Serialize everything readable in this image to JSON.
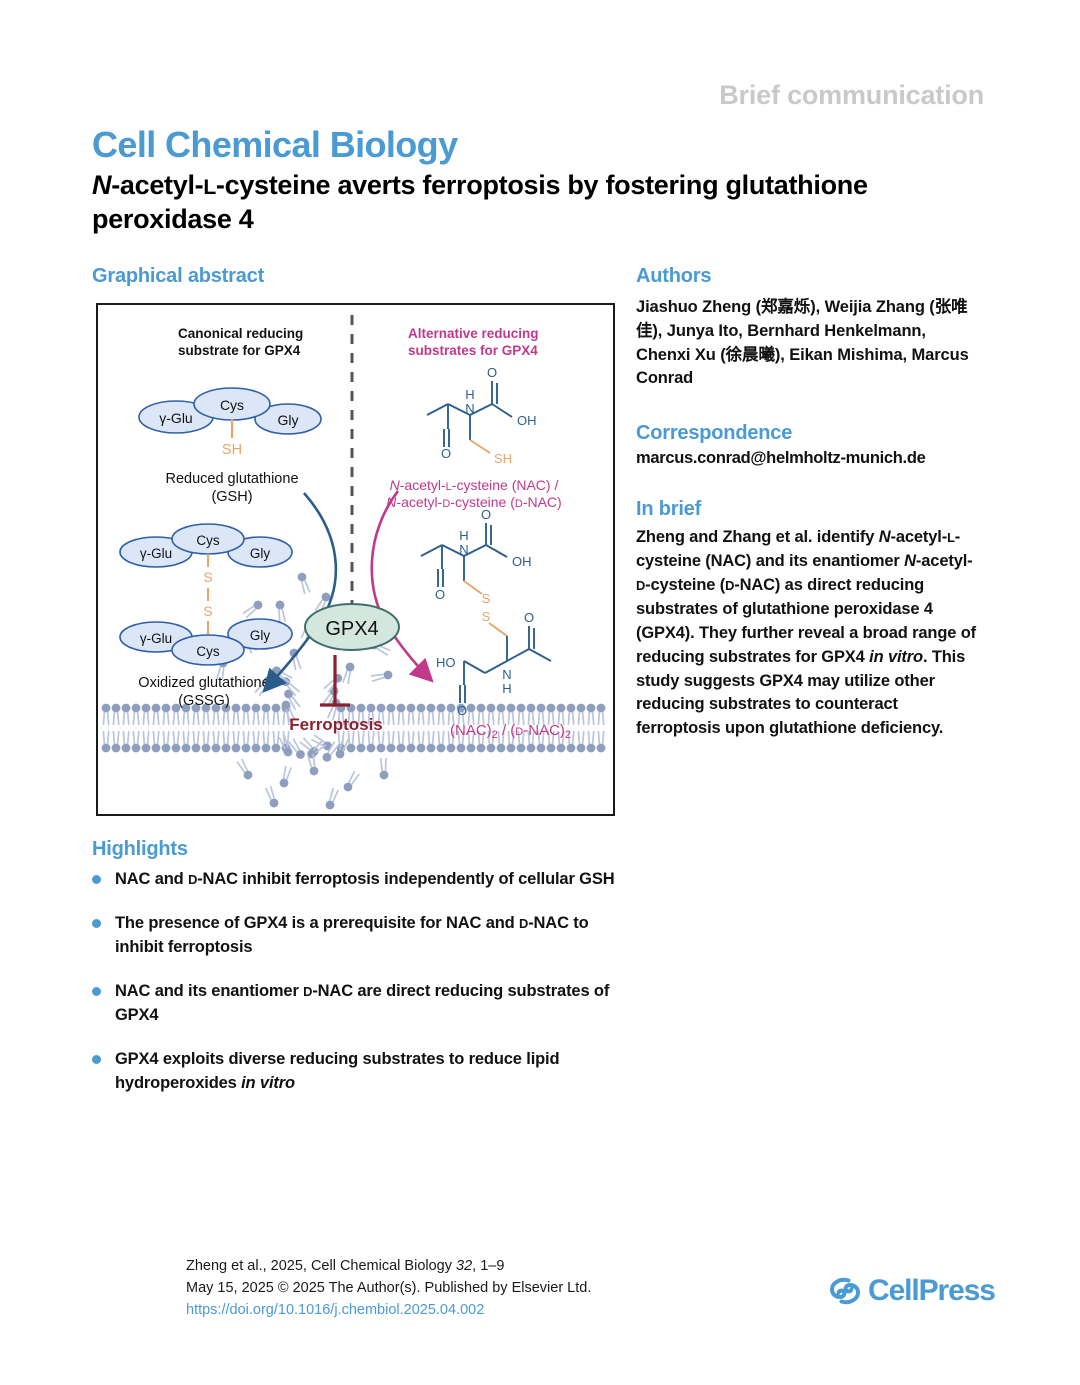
{
  "header": {
    "kicker": "Brief communication",
    "journal": "Cell Chemical Biology",
    "title_line1_pre": "N",
    "title_line1_mid": "-acetyl-",
    "title_line1_sc": "L",
    "title_line1_post": "-cysteine averts ferroptosis by fostering",
    "title_line2": "glutathione peroxidase 4"
  },
  "graphical_abstract": {
    "heading": "Graphical abstract",
    "left_panel_title_l1": "Canonical reducing",
    "left_panel_title_l2": "substrate for GPX4",
    "right_panel_title_l1": "Alternative reducing",
    "right_panel_title_l2": "substrates for GPX4",
    "gsh_nodes": [
      "γ-Glu",
      "Cys",
      "Gly"
    ],
    "gsh_thiol": "SH",
    "gsh_caption_l1": "Reduced glutathione",
    "gsh_caption_l2": "(GSH)",
    "gssg_nodes_top": [
      "γ-Glu",
      "Cys",
      "Gly"
    ],
    "gssg_nodes_bottom": [
      "γ-Glu",
      "Cys",
      "Gly"
    ],
    "gssg_sulfur_top": "S",
    "gssg_sulfur_bottom": "S",
    "gssg_caption_l1": "Oxidized glutathione",
    "gssg_caption_l2": "(GSSG)",
    "enzyme_label": "GPX4",
    "inhibited_process": "Ferroptosis",
    "nac_caption_l1_pre": "N",
    "nac_caption_l1_mid": "-acetyl-",
    "nac_caption_l1_sc": "L",
    "nac_caption_l1_post": "-cysteine (NAC) /",
    "nac_caption_l2_pre": "N",
    "nac_caption_l2_mid": "-acetyl-",
    "nac_caption_l2_sc": "D",
    "nac_caption_l2_post": "-cysteine (",
    "nac_caption_l2_sc2": "D",
    "nac_caption_l2_end": "-NAC)",
    "dimer_caption": "(NAC)₂ / (D-NAC)₂",
    "atoms": {
      "O": "O",
      "N": "N",
      "H": "H",
      "OH": "OH",
      "HO": "HO",
      "SH": "SH",
      "S": "S"
    },
    "colors": {
      "magenta": "#c2388a",
      "blue_arrow": "#2b5c8a",
      "ferroptosis_red": "#8b2030",
      "sulfur_orange": "#e8a56a",
      "atom_blue": "#2e5f8a",
      "node_fill": "#dbe6f7",
      "node_stroke": "#2f5fa8",
      "enzyme_fill": "#d3e7df",
      "enzyme_stroke": "#3f6f68",
      "lipid": "#8b9bbd"
    }
  },
  "highlights": {
    "heading": "Highlights",
    "items": [
      {
        "parts": [
          {
            "t": "NAC and ",
            "s": "normal"
          },
          {
            "t": "D",
            "s": "smallcaps"
          },
          {
            "t": "-NAC inhibit ferroptosis independently of cellular GSH",
            "s": "normal"
          }
        ]
      },
      {
        "parts": [
          {
            "t": "The presence of GPX4 is a prerequisite for NAC and ",
            "s": "normal"
          },
          {
            "t": "D",
            "s": "smallcaps"
          },
          {
            "t": "-NAC to inhibit ferroptosis",
            "s": "normal"
          }
        ]
      },
      {
        "parts": [
          {
            "t": "NAC and its enantiomer ",
            "s": "normal"
          },
          {
            "t": "D",
            "s": "smallcaps"
          },
          {
            "t": "-NAC are direct reducing substrates of GPX4",
            "s": "normal"
          }
        ]
      },
      {
        "parts": [
          {
            "t": "GPX4 exploits diverse reducing substrates to reduce lipid hydroperoxides ",
            "s": "normal"
          },
          {
            "t": "in vitro",
            "s": "italic"
          }
        ]
      }
    ]
  },
  "authors": {
    "heading": "Authors",
    "list": "Jiashuo Zheng (郑嘉烁), Weijia Zhang (张唯佳), Junya Ito,",
    "list_line2": "Bernhard Henkelmann, Chenxi Xu (徐晨曦), Eikan Mishima, Marcus Conrad"
  },
  "correspondence": {
    "heading": "Correspondence",
    "email": "marcus.conrad@helmholtz-munich.de"
  },
  "in_brief": {
    "heading": "In brief",
    "parts": [
      {
        "t": "Zheng and Zhang et al. identify ",
        "s": "normal"
      },
      {
        "t": "N",
        "s": "italic"
      },
      {
        "t": "-acetyl-",
        "s": "normal"
      },
      {
        "t": "L",
        "s": "smallcaps"
      },
      {
        "t": "-cysteine (NAC) and its enantiomer ",
        "s": "normal"
      },
      {
        "t": "N",
        "s": "italic"
      },
      {
        "t": "-acetyl-",
        "s": "normal"
      },
      {
        "t": "D",
        "s": "smallcaps"
      },
      {
        "t": "-cysteine (",
        "s": "normal"
      },
      {
        "t": "D",
        "s": "smallcaps"
      },
      {
        "t": "-NAC) as direct reducing substrates of glutathione peroxidase 4 (GPX4). They further reveal a broad range of reducing substrates for GPX4 ",
        "s": "normal"
      },
      {
        "t": "in vitro",
        "s": "italic"
      },
      {
        "t": ". This study suggests GPX4 may utilize other reducing substrates to counteract ferroptosis upon glutathione deficiency.",
        "s": "normal"
      }
    ]
  },
  "footer": {
    "citation_line1_pre": "Zheng et al., 2025, Cell Chemical Biology ",
    "citation_line1_vol": "32",
    "citation_line1_post": ", 1–9",
    "citation_line2": "May 15, 2025 © 2025 The Author(s). Published by Elsevier Ltd.",
    "doi": "https://doi.org/10.1016/j.chembiol.2025.04.002",
    "publisher": "CellPress"
  },
  "theme": {
    "accent_blue": "#4a9ad4",
    "kicker_gray": "#c9c9c9",
    "text_black": "#111111"
  }
}
